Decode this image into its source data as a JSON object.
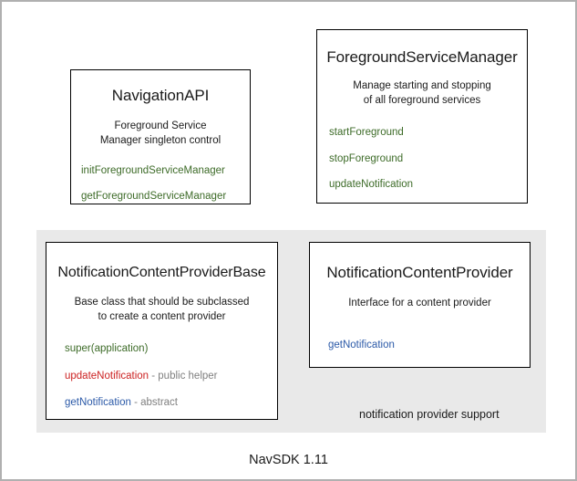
{
  "figure": {
    "caption": "NavSDK 1.11",
    "background_color": "#ffffff",
    "border_color": "#b0b0b0"
  },
  "colors": {
    "green": "#3d6b28",
    "red": "#cc2222",
    "blue": "#2c5aa8",
    "note_gray": "#808080",
    "panel_gray": "#e9e9e9",
    "text": "#1a1a1a"
  },
  "cards": {
    "navigation_api": {
      "title": "NavigationAPI",
      "description": "Foreground Service\nManager singleton control",
      "members": [
        {
          "name": "initForegroundServiceManager",
          "color": "green",
          "note": ""
        },
        {
          "name": "getForegroundServiceManager",
          "color": "green",
          "note": ""
        }
      ]
    },
    "foreground_service_manager": {
      "title": "ForegroundServiceManager",
      "description": "Manage starting and stopping\nof all foreground services",
      "members": [
        {
          "name": "startForeground",
          "color": "green",
          "note": ""
        },
        {
          "name": "stopForeground",
          "color": "green",
          "note": ""
        },
        {
          "name": "updateNotification",
          "color": "green",
          "note": ""
        }
      ]
    },
    "notification_content_provider_base": {
      "title": "NotificationContentProviderBase",
      "description": "Base class that should be subclassed\nto create a content provider",
      "members": [
        {
          "name": "super(application)",
          "color": "green",
          "note": ""
        },
        {
          "name": "updateNotification",
          "color": "red",
          "note": " - public helper"
        },
        {
          "name": "getNotification",
          "color": "blue",
          "note": " - abstract"
        }
      ]
    },
    "notification_content_provider": {
      "title": "NotificationContentProvider",
      "description": "Interface for a content provider",
      "members": [
        {
          "name": "getNotification",
          "color": "blue",
          "note": ""
        }
      ]
    }
  },
  "panel": {
    "caption": "notification provider support"
  }
}
